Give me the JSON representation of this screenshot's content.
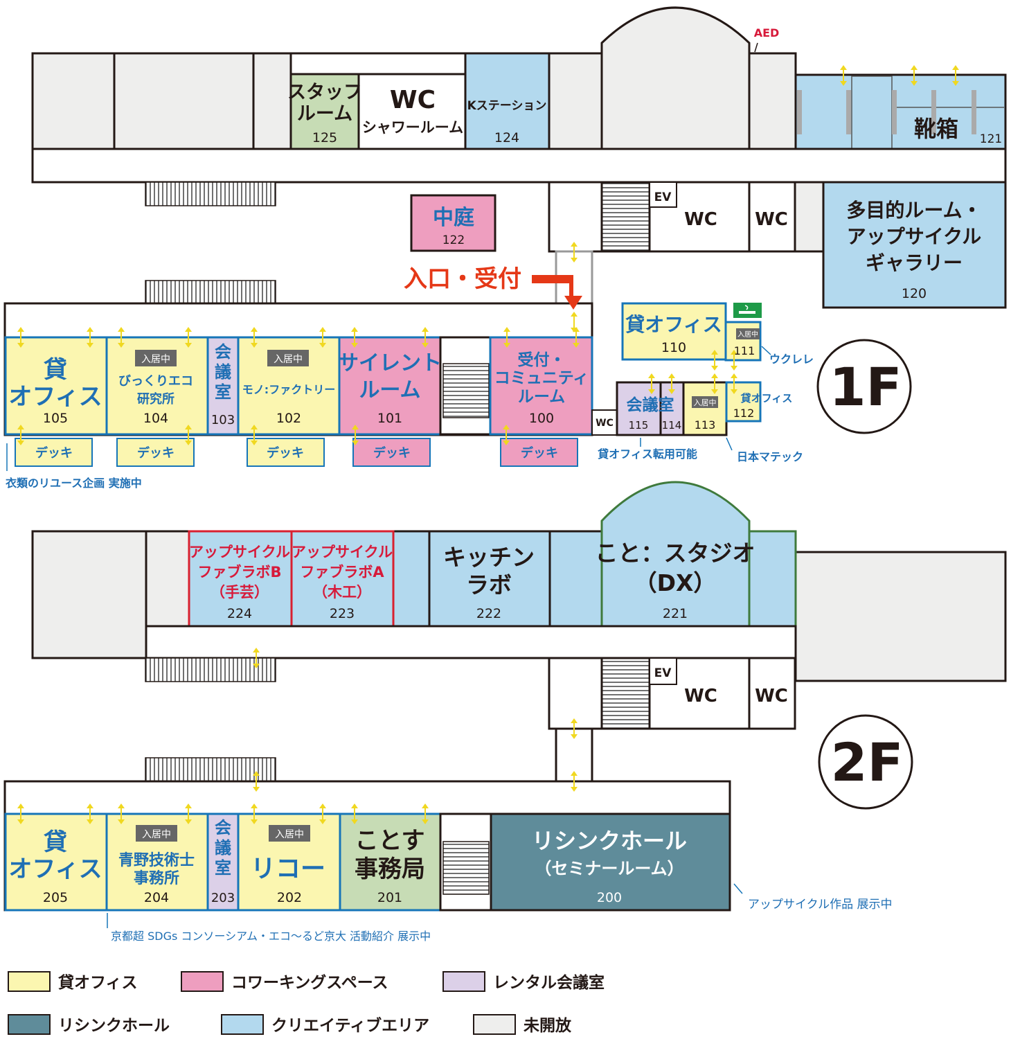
{
  "colors": {
    "office": "#fbf6b0",
    "coworking": "#ee9ebf",
    "meeting": "#dcd0e8",
    "hall": "#5f8c9a",
    "creative": "#b3d9ee",
    "closed": "#eeeeed",
    "staff": "#c7dcb5",
    "blue_border": "#1675b8",
    "red_border": "#d9202f",
    "green_border": "#3f7a3c",
    "blue_text": "#1f6fb4",
    "red_text": "#d71a3a",
    "arrow_red": "#e53817",
    "door_yellow": "#f0d820"
  },
  "floor1": {
    "floor_label": "1F",
    "aed": "AED",
    "entrance": "入口・受付",
    "rooms": {
      "r125": {
        "l1": "スタッフ",
        "l2": "ルーム",
        "num": "125"
      },
      "wc_shower": {
        "l1": "WC",
        "l2": "シャワールーム"
      },
      "r124": {
        "l1": "Kステーション",
        "num": "124"
      },
      "r121": {
        "l1": "靴箱",
        "num": "121"
      },
      "r122": {
        "l1": "中庭",
        "num": "122"
      },
      "ev": "EV",
      "wc_a": "WC",
      "wc_b": "WC",
      "wc_small": "WC",
      "r120": {
        "l1": "多目的ルーム・",
        "l2": "アップサイクル",
        "l3": "ギャラリー",
        "num": "120"
      },
      "r110": {
        "l1": "貸オフィス",
        "num": "110"
      },
      "r111": {
        "badge": "入居中",
        "num": "111"
      },
      "r112": {
        "l1": "貸オフィス",
        "num": "112"
      },
      "r113": {
        "badge": "入居中",
        "num": "113"
      },
      "r114": {
        "num": "114"
      },
      "r115": {
        "l1": "会議室",
        "num": "115"
      },
      "r105": {
        "l1": "貸",
        "l2": "オフィス",
        "num": "105"
      },
      "r104": {
        "badge": "入居中",
        "l1": "びっくりエコ",
        "l2": "研究所",
        "num": "104"
      },
      "r103": {
        "l1": "会",
        "l2": "議",
        "l3": "室",
        "num": "103"
      },
      "r102": {
        "badge": "入居中",
        "l1": "モノ:ファクトリー",
        "num": "102"
      },
      "r101": {
        "l1": "サイレント",
        "l2": "ルーム",
        "num": "101"
      },
      "r100": {
        "l1": "受付・",
        "l2": "コミュニティ",
        "l3": "ルーム",
        "num": "100"
      }
    },
    "decks": [
      "デッキ",
      "デッキ",
      "デッキ",
      "デッキ",
      "デッキ"
    ],
    "annotations": {
      "ukulele": "ウクレレ",
      "nihon": "日本マテック",
      "convertible": "貸オフィス転用可能",
      "reuse": "衣類のリユース企画 実施中"
    }
  },
  "floor2": {
    "floor_label": "2F",
    "rooms": {
      "r224": {
        "l1": "アップサイクル",
        "l2": "ファブラボB",
        "l3": "（手芸）",
        "num": "224"
      },
      "r223": {
        "l1": "アップサイクル",
        "l2": "ファブラボA",
        "l3": "（木工）",
        "num": "223"
      },
      "r222": {
        "l1": "キッチン",
        "l2": "ラボ",
        "num": "222"
      },
      "r221": {
        "l1": "こと：スタジオ",
        "l2": "（DX）",
        "num": "221"
      },
      "ev": "EV",
      "wc_a": "WC",
      "wc_b": "WC",
      "r205": {
        "l1": "貸",
        "l2": "オフィス",
        "num": "205"
      },
      "r204": {
        "badge": "入居中",
        "l1": "青野技術士",
        "l2": "事務所",
        "num": "204"
      },
      "r203": {
        "l1": "会",
        "l2": "議",
        "l3": "室",
        "num": "203"
      },
      "r202": {
        "badge": "入居中",
        "l1": "リコー",
        "num": "202"
      },
      "r201": {
        "l1": "ことす",
        "l2": "事務局",
        "num": "201"
      },
      "r200": {
        "l1": "リシンクホール",
        "l2": "（セミナールーム）",
        "num": "200"
      }
    },
    "annotations": {
      "upcycle": "アップサイクル作品 展示中",
      "sdgs": "京都超 SDGs コンソーシアム・エコ〜るど京大 活動紹介 展示中"
    }
  },
  "legend": [
    {
      "label": "貸オフィス",
      "color": "#fbf6b0"
    },
    {
      "label": "コワーキングスペース",
      "color": "#ee9ebf"
    },
    {
      "label": "レンタル会議室",
      "color": "#dcd0e8"
    },
    {
      "label": "リシンクホール",
      "color": "#5f8c9a"
    },
    {
      "label": "クリエイティブエリア",
      "color": "#b3d9ee"
    },
    {
      "label": "未開放",
      "color": "#eeeeed"
    }
  ]
}
